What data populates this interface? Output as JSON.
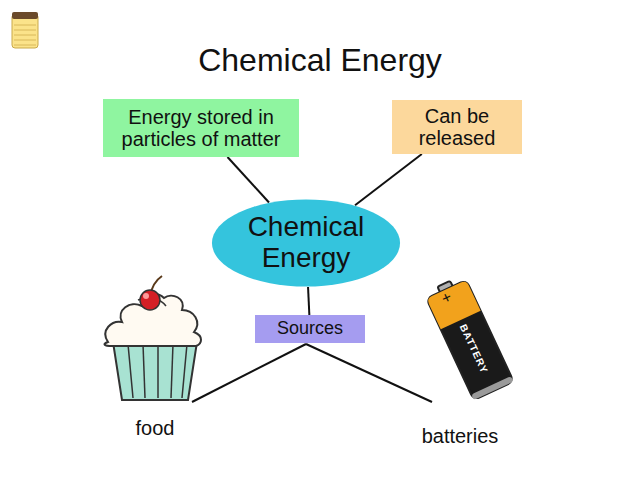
{
  "diagram": {
    "title": "Chemical Energy",
    "nodes": [
      {
        "text": [
          "Energy stored in particles of matter"
        ]
      },
      {
        "text": [
          "Can be released"
        ]
      },
      {
        "text": [
          "Chemical Energy"
        ]
      },
      {
        "text": [
          "Sources"
        ]
      }
    ],
    "edges": [
      {
        "from": 0,
        "to": 2,
        "arrow": "none"
      },
      {
        "from": 1,
        "to": 2,
        "arrow": "none"
      },
      {
        "from": 2,
        "to": 3,
        "arrow": "none"
      }
    ],
    "labels": [
      "food",
      "batteries",
      "+",
      "BATTERY"
    ]
  }
}
